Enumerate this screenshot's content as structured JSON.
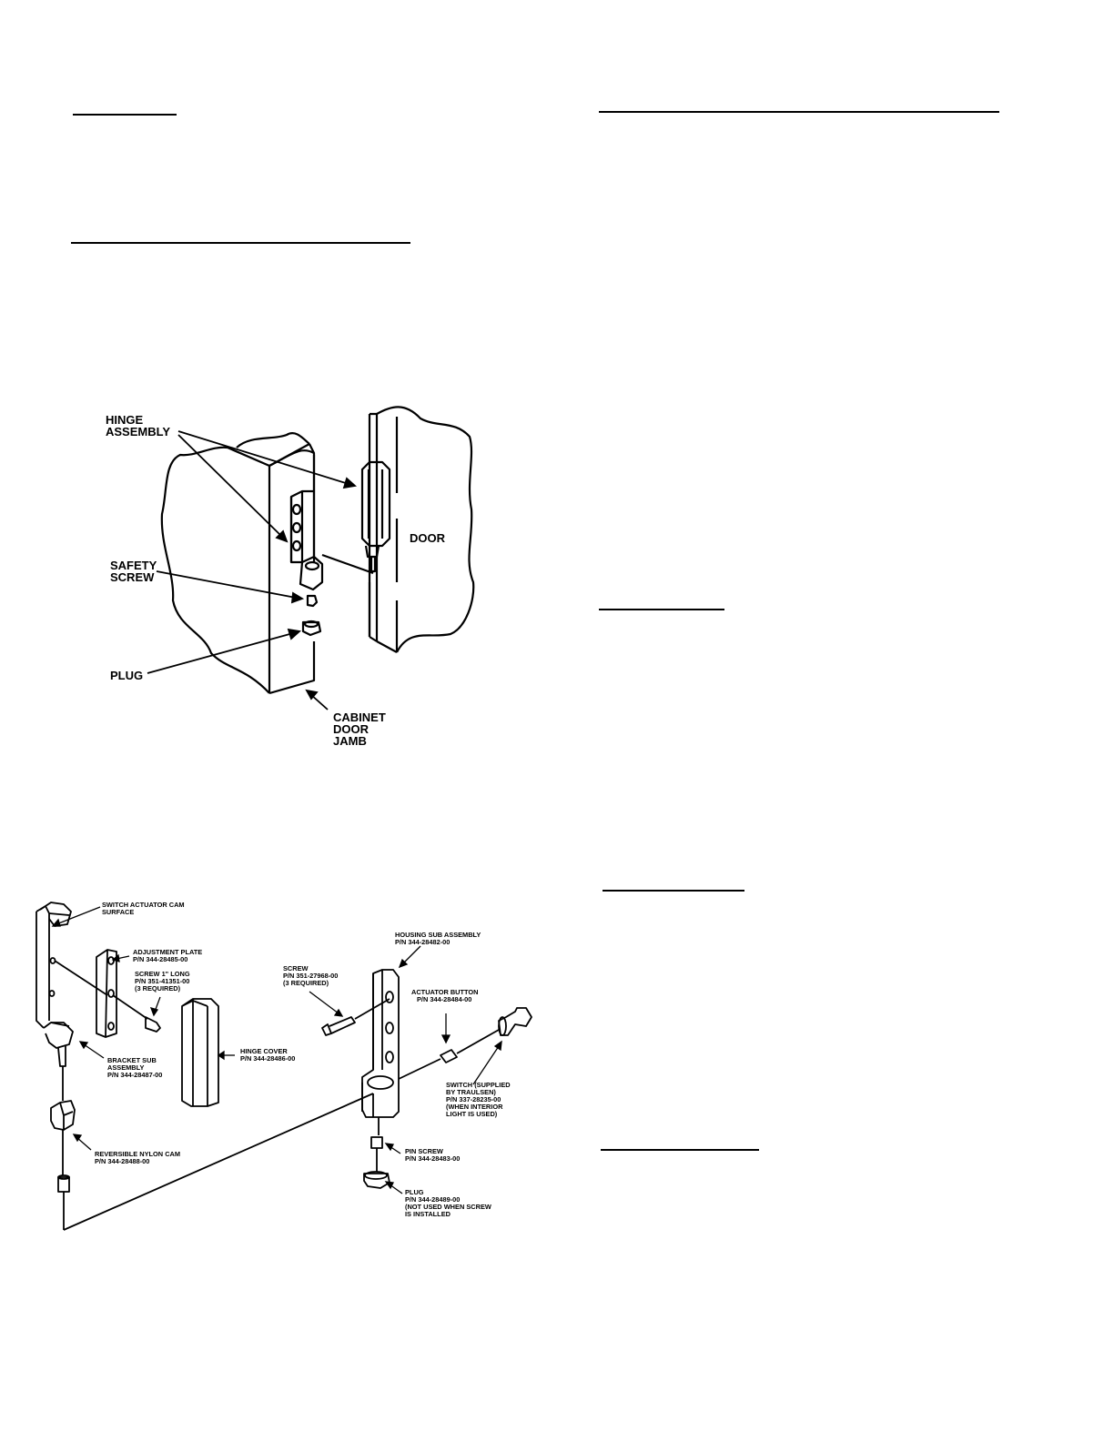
{
  "figure1": {
    "labels": {
      "hinge_assembly": [
        "HINGE",
        "ASSEMBLY"
      ],
      "door": "DOOR",
      "safety_screw": [
        "SAFETY",
        "SCREW"
      ],
      "plug": "PLUG",
      "cabinet_door_jamb": [
        "CABINET",
        "DOOR",
        "JAMB"
      ]
    }
  },
  "figure2": {
    "labels": {
      "switch_actuator_cam": [
        "SWITCH ACTUATOR CAM",
        "SURFACE"
      ],
      "adjustment_plate": [
        "ADJUSTMENT PLATE",
        "P/N 344-28485-00"
      ],
      "screw_long": [
        "SCREW 1\" LONG",
        "P/N 351-41351-00",
        "(3 REQUIRED)"
      ],
      "bracket_sub_assembly": [
        "BRACKET SUB",
        "ASSEMBLY",
        "P/N 344-28487-00"
      ],
      "hinge_cover": [
        "HINGE COVER",
        "P/N 344-28486-00"
      ],
      "reversible_nylon_cam": [
        "REVERSIBLE NYLON CAM",
        "P/N 344-28488-00"
      ],
      "housing_sub_assembly": [
        "HOUSING SUB ASSEMBLY",
        "P/N 344-28482-00"
      ],
      "screw": [
        "SCREW",
        "P/N 351-27968-00",
        "(3 REQUIRED)"
      ],
      "actuator_button": [
        "ACTUATOR BUTTON",
        "P/N 344-28484-00"
      ],
      "switch": [
        "SWITCH (SUPPLIED",
        "BY TRAULSEN)",
        "P/N 337-28235-00",
        "(WHEN INTERIOR",
        "LIGHT IS USED)"
      ],
      "pin_screw": [
        "PIN SCREW",
        "P/N 344-28483-00"
      ],
      "plug": [
        "PLUG",
        "P/N 344-28489-00",
        "(NOT USED WHEN SCREW",
        "IS INSTALLED"
      ]
    }
  }
}
